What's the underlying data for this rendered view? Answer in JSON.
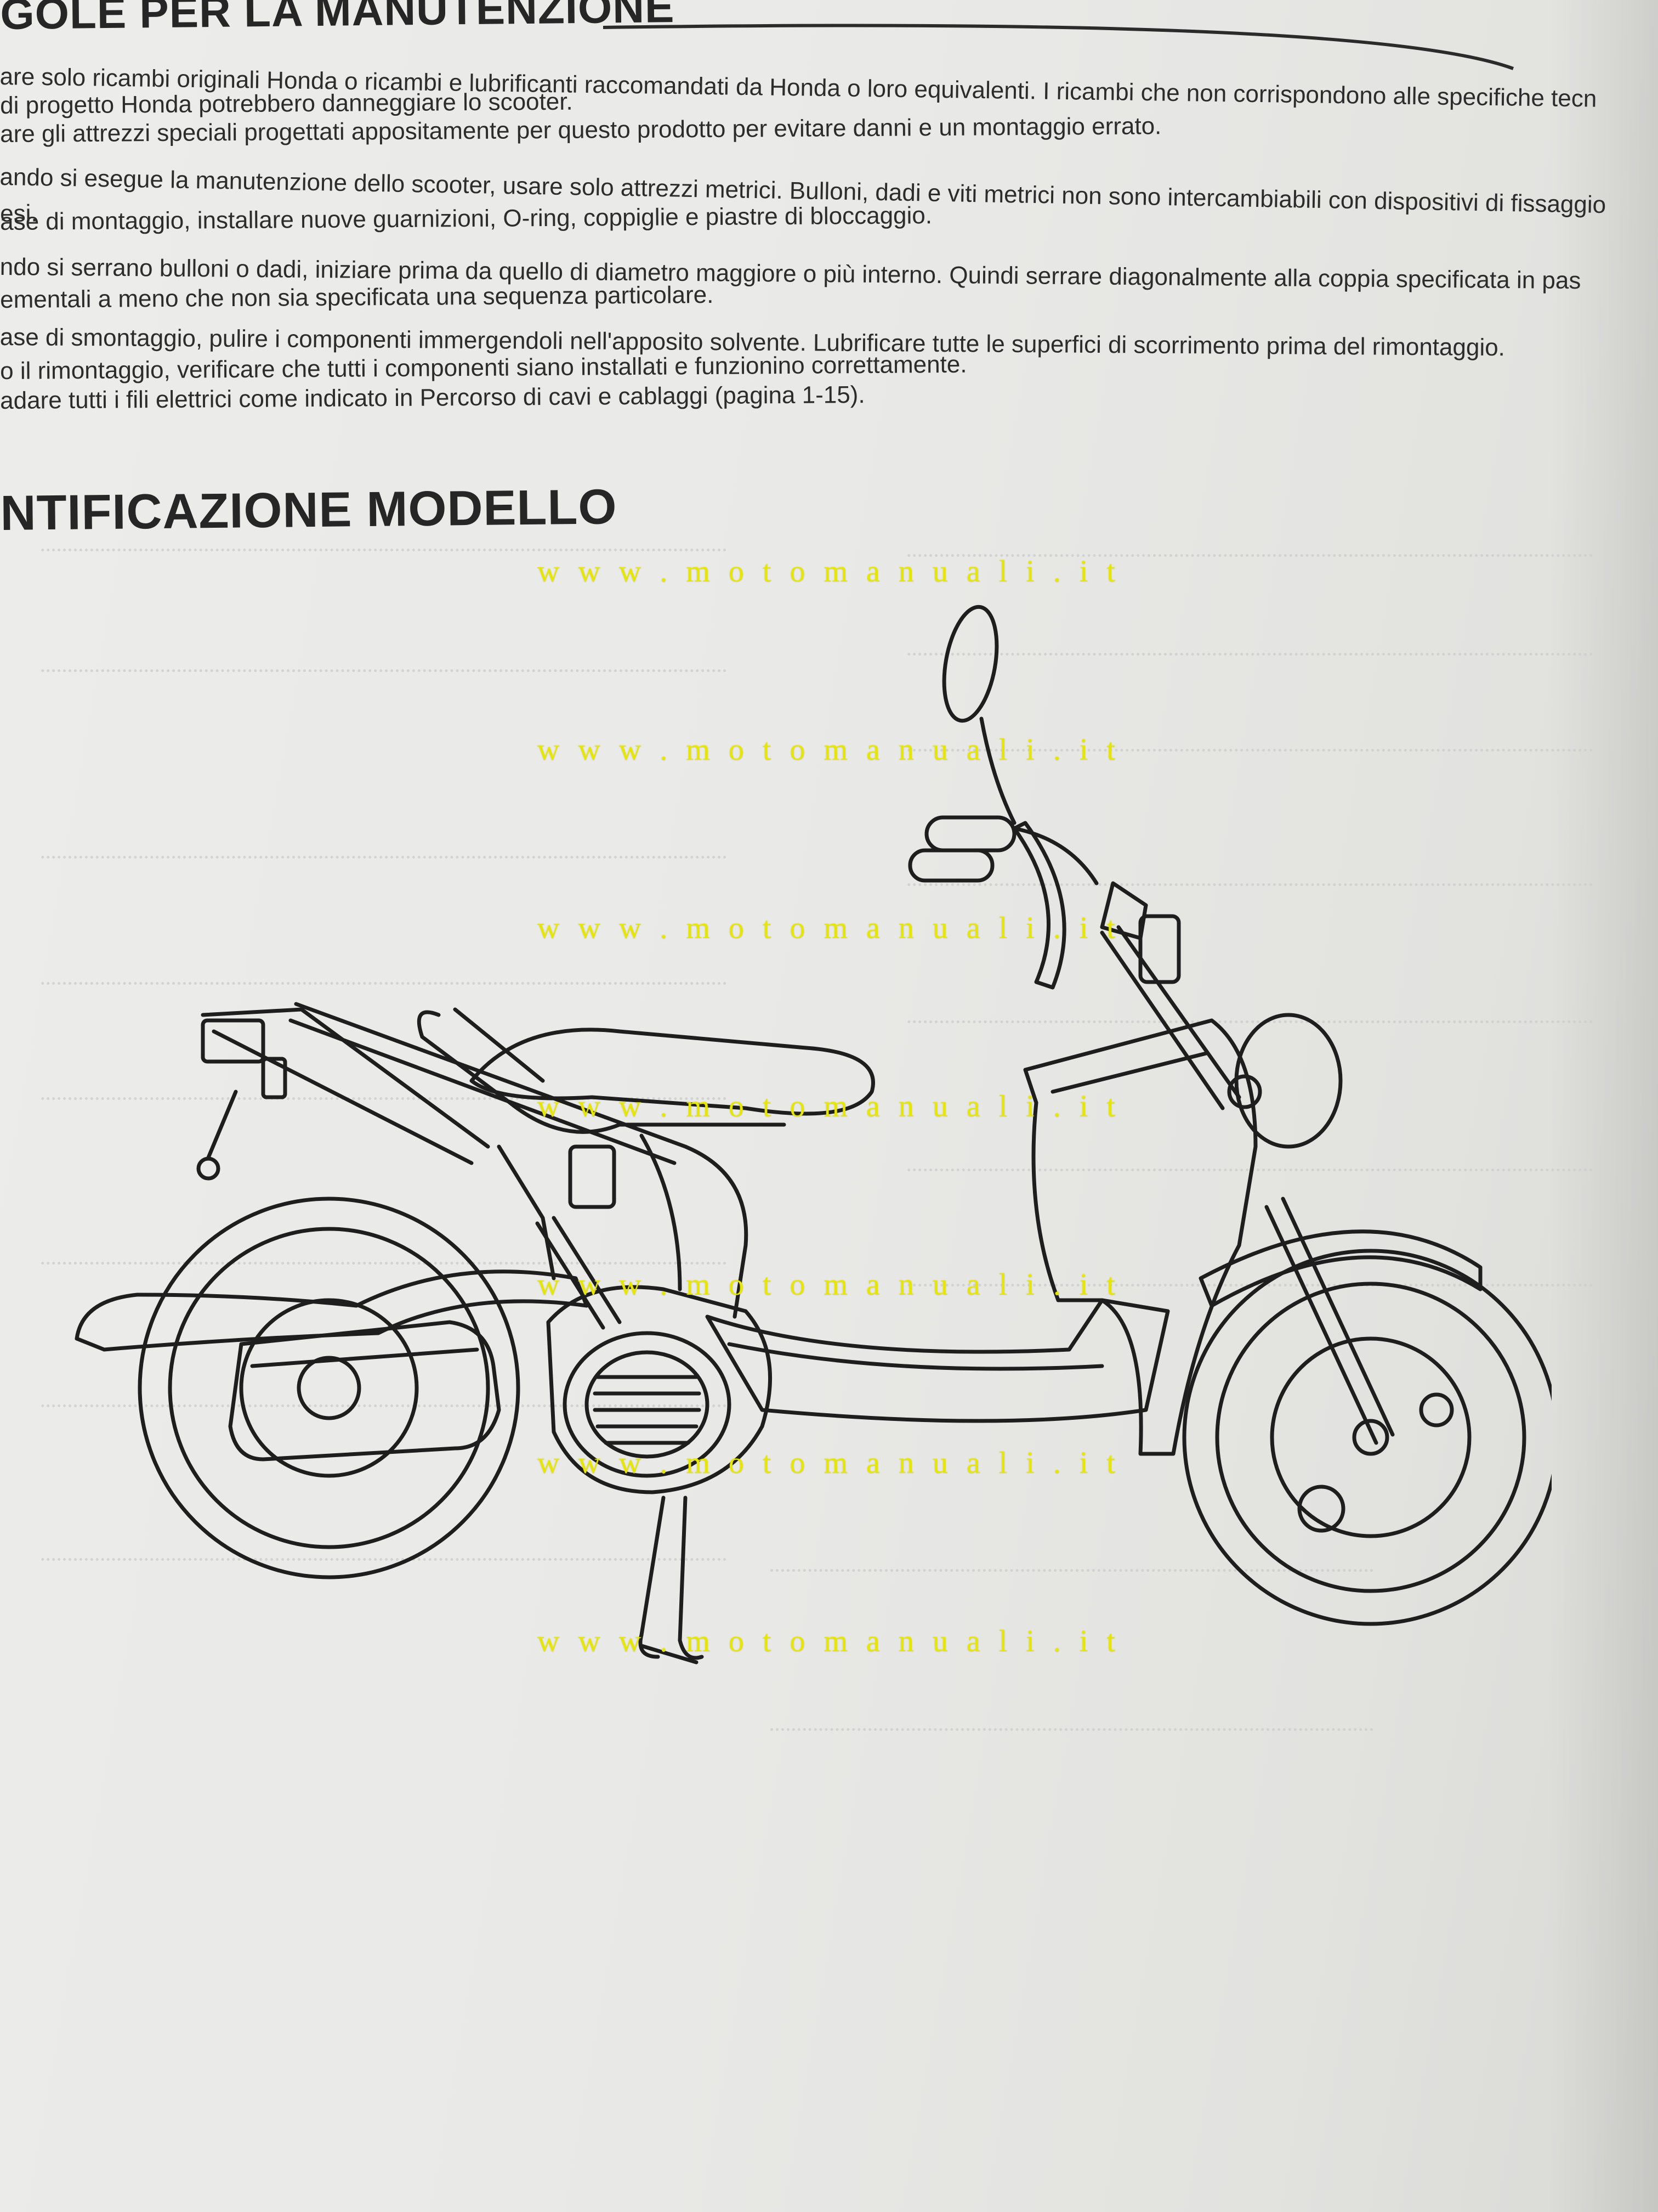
{
  "section_titles": {
    "maintenance_rules": "GOLE PER LA MANUTENZIONE",
    "model_identification": "NTIFICAZIONE MODELLO"
  },
  "maintenance_rules": [
    "are solo ricambi originali Honda o ricambi e lubrificanti raccomandati da Honda o loro equivalenti. I ricambi che non corrispondono alle specifiche tecn",
    "di progetto Honda potrebbero danneggiare lo scooter.",
    "are gli attrezzi speciali progettati appositamente per questo prodotto per evitare danni e un montaggio errato.",
    "ando si esegue la manutenzione dello scooter, usare solo attrezzi metrici. Bulloni, dadi e viti metrici non sono intercambiabili con dispositivi di fissaggio",
    "esi.",
    "ase di montaggio, installare nuove guarnizioni, O-ring, coppiglie e piastre di bloccaggio.",
    "ndo si serrano bulloni o dadi, iniziare prima da quello di diametro maggiore o più interno. Quindi serrare diagonalmente alla coppia specificata in pas",
    "ementali a meno che non sia specificata una sequenza particolare.",
    "ase di smontaggio, pulire i componenti immergendoli nell'apposito solvente. Lubrificare tutte le superfici di scorrimento prima del rimontaggio.",
    "o il rimontaggio, verificare che tutti i componenti siano installati e funzionino correttamente.",
    "adare tutti i fili elettrici come indicato in Percorso di cavi e cablaggi (pagina 1-15)."
  ],
  "watermark": {
    "text": "w w w . m o t o m a n u a l i . i t",
    "color": "#e6e600",
    "repeat_count": 7
  },
  "illustration": {
    "subject": "scooter-line-drawing"
  },
  "colors": {
    "paper": "#e9e9e7",
    "ink": "#2b2b2b",
    "bleed_through": "#c7c7c5"
  }
}
